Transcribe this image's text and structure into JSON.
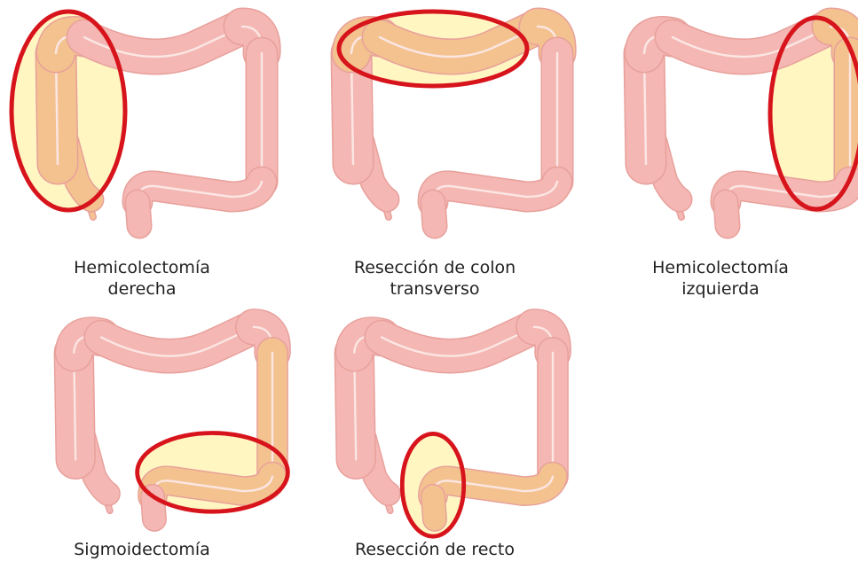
{
  "colors": {
    "colon_fill": "#f4b7b3",
    "colon_stroke": "#e8a09b",
    "taenia": "#fbe6e3",
    "highlight_fill": "#fff6c2",
    "highlighted_colon": "#f3c28f",
    "ring": "#d7141c"
  },
  "panels": [
    {
      "highlight": "right",
      "caption": {
        "line1": "Hemicolectomía",
        "line2": "derecha"
      }
    },
    {
      "highlight": "transverse",
      "caption": {
        "line1": "Resección de colon",
        "line2": "transverso"
      }
    },
    {
      "highlight": "left",
      "caption": {
        "line1": "Hemicolectomía",
        "line2": "izquierda"
      }
    },
    {
      "highlight": "sigmoid",
      "caption": {
        "line1": "Sigmoidectomía",
        "line2": ""
      }
    },
    {
      "highlight": "rectum",
      "caption": {
        "line1": "Resección de recto",
        "line2": ""
      }
    }
  ]
}
